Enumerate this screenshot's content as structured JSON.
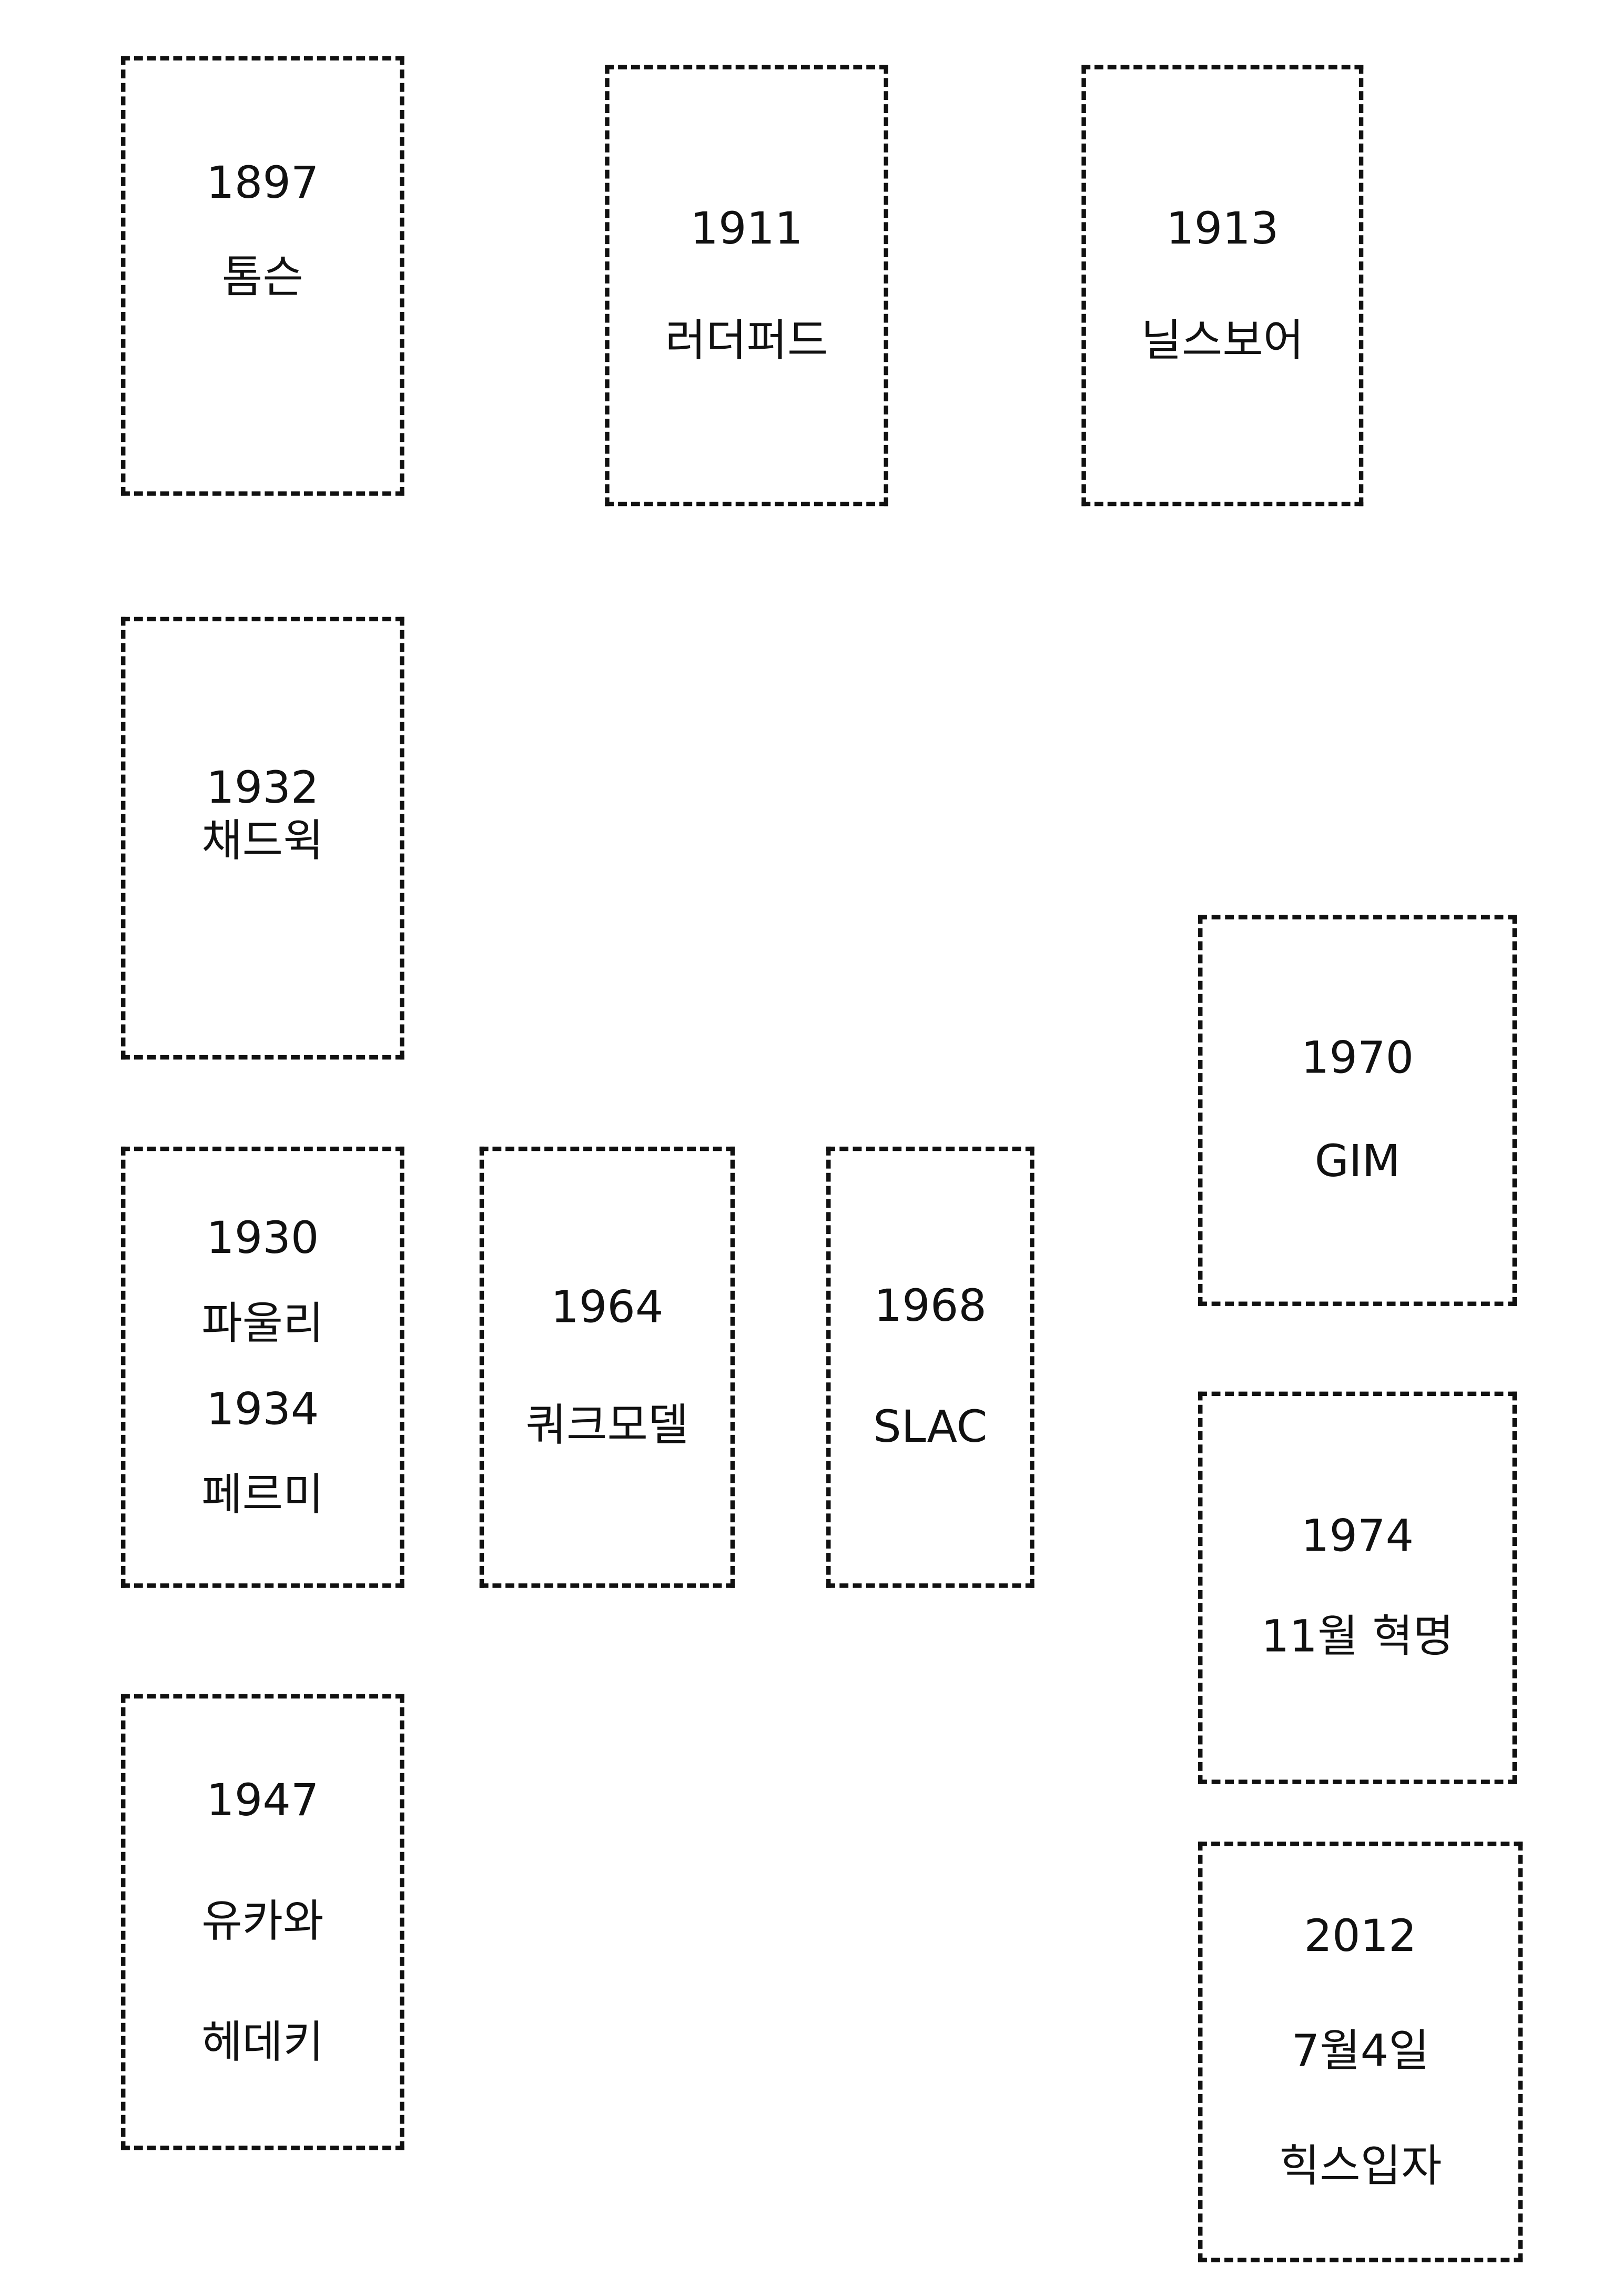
{
  "cards": [
    {
      "lines": [
        "1897",
        "톰슨"
      ]
    },
    {
      "lines": [
        "1911",
        "러더퍼드"
      ]
    },
    {
      "lines": [
        "1913",
        "닐스보어"
      ]
    },
    {
      "lines": [
        "1932",
        "채드윅"
      ]
    },
    {
      "lines": [
        "1970",
        "GIM"
      ]
    },
    {
      "lines": [
        "1930",
        "파울리",
        "1934",
        "페르미"
      ]
    },
    {
      "lines": [
        "1964",
        "쿼크모델"
      ]
    },
    {
      "lines": [
        "1968",
        "SLAC"
      ]
    },
    {
      "lines": [
        "1974",
        "11월 혁명"
      ]
    },
    {
      "lines": [
        "1947",
        "유카와",
        "헤데키"
      ]
    },
    {
      "lines": [
        "2012",
        "7월4일",
        "힉스입자"
      ]
    }
  ]
}
